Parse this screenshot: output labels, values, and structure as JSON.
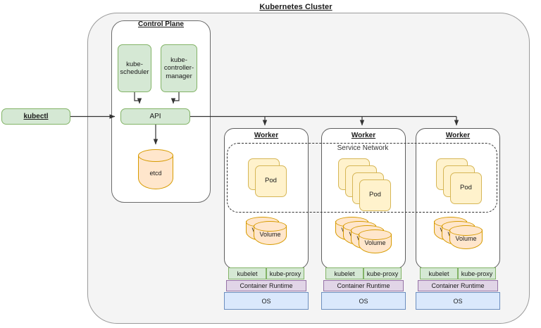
{
  "cluster": {
    "title": "Kubernetes Cluster"
  },
  "kubectl": {
    "label": "kubectl"
  },
  "control_plane": {
    "title": "Control Plane",
    "scheduler": "kube-scheduler",
    "controller_manager": "kube-controller-manager",
    "api": "API",
    "etcd": "etcd"
  },
  "service_network": {
    "label": "Service Network"
  },
  "workers": [
    {
      "title": "Worker",
      "pod_label": "Pod",
      "pod_count": 2,
      "volume_label": "Volume",
      "volume_count": 2,
      "kubelet": "kubelet",
      "kube_proxy": "kube-proxy",
      "container_runtime": "Container Runtime",
      "os": "OS"
    },
    {
      "title": "Worker",
      "pod_label": "Pod",
      "pod_count": 4,
      "volume_label": "Volume",
      "volume_count": 4,
      "kubelet": "kubelet",
      "kube_proxy": "kube-proxy",
      "container_runtime": "Container Runtime",
      "os": "OS"
    },
    {
      "title": "Worker",
      "pod_label": "Pod",
      "pod_count": 3,
      "volume_label": "Volume",
      "volume_count": 3,
      "kubelet": "kubelet",
      "kube_proxy": "kube-proxy",
      "container_runtime": "Container Runtime",
      "os": "OS"
    }
  ],
  "colors": {
    "green_fill": "#d5e8d4",
    "green_stroke": "#82b366",
    "yellow_fill": "#fff2cc",
    "yellow_stroke": "#d6b656",
    "orange_fill": "#ffe6cc",
    "orange_stroke": "#d79b00",
    "purple_fill": "#e1d5e7",
    "purple_stroke": "#9673a6",
    "blue_fill": "#dae8fc",
    "blue_stroke": "#6c8ebf",
    "cluster_fill": "#f4f4f4",
    "edge": "#333333"
  }
}
